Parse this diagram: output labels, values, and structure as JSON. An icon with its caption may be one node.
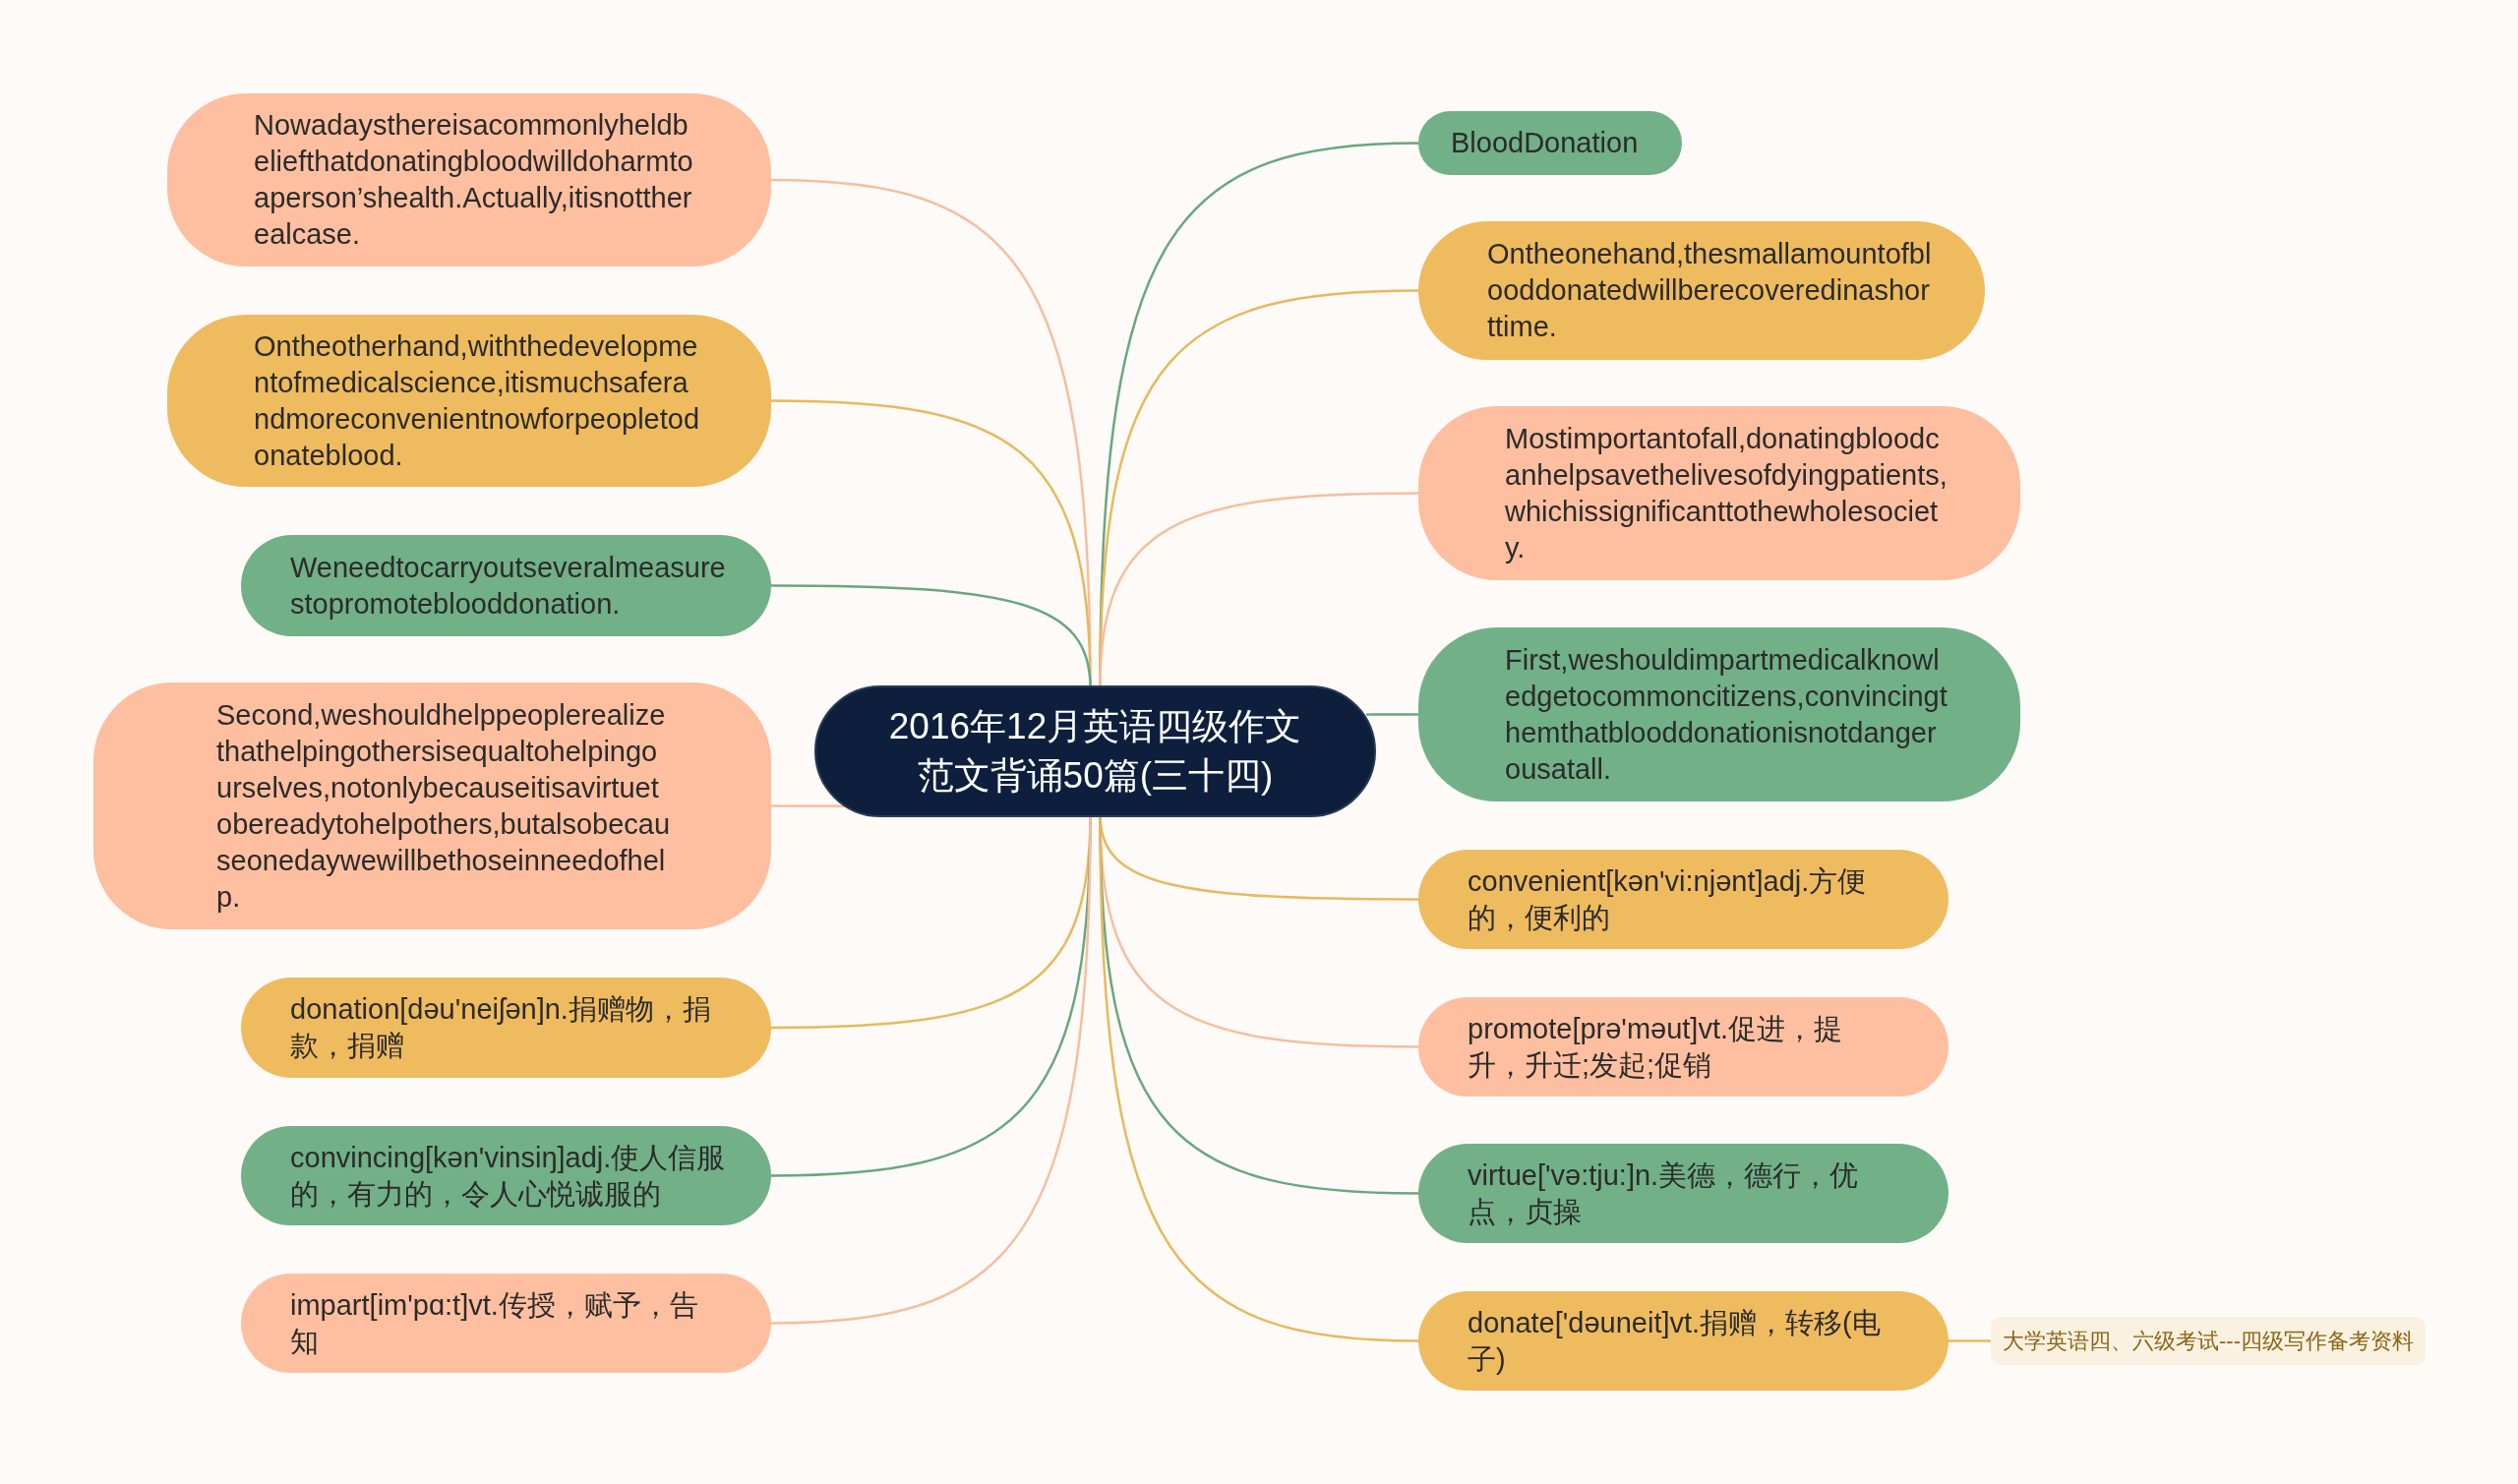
{
  "diagram": {
    "nodes": [
      {
        "text": [
          "2016年12月英语四级作文范文背诵50篇(三十四)"
        ]
      },
      {
        "text": [
          "Nowadaysthereisacommonlyheldbeliefthatdonatingbloodwilldoharmtoaperson’shealth.Actually,itisnottherealcase."
        ]
      },
      {
        "text": [
          "Ontheotherhand,withthedevelopmentofmedicalscience,itismuchsaferandmoreconvenientnowforpeopletodonateblood."
        ]
      },
      {
        "text": [
          "Weneedtocarryoutseveralmeasurestopromoteblooddonation."
        ]
      },
      {
        "text": [
          "Second,weshouldhelppeoplerealizethathelpingothersisequaltohelpingourselves,notonlybecauseitisavirtuetobereadytohelpothers,butalsobecauseonedaywewillbethoseinneedofhelp."
        ]
      },
      {
        "text": [
          "donation[dəu'neiʃən]n.捐赠物，捐款，捐赠"
        ]
      },
      {
        "text": [
          "convincing[kən'vinsiŋ]adj.使人信服的，有力的，令人心悦诚服的"
        ]
      },
      {
        "text": [
          "impart[im'pɑ:t]vt.传授，赋予，告知"
        ]
      },
      {
        "text": [
          "BloodDonation"
        ]
      },
      {
        "text": [
          "Ontheonehand,thesmallamountofblooddonatedwillberecoveredinashorttime."
        ]
      },
      {
        "text": [
          "Mostimportantofall,donatingbloodcanhelpsavethelivesofdyingpatients,whichissignificanttothewholesociety."
        ]
      },
      {
        "text": [
          "First,weshouldimpartmedicalknowledgetocommoncitizens,convincingthemthatblooddonationisnotdangerousatall."
        ]
      },
      {
        "text": [
          "convenient[kən'vi:njənt]adj.方便的，便利的"
        ]
      },
      {
        "text": [
          "promote[prə'məut]vt.促进，提升，升迁;发起;促销"
        ]
      },
      {
        "text": [
          "virtue['və:tju:]n.美德，德行，优点，贞操"
        ]
      },
      {
        "text": [
          "donate['dəuneit]vt.捐赠，转移(电子)"
        ]
      },
      {
        "text": [
          "大学英语四、六级考试---四级写作备考资料"
        ]
      }
    ],
    "edges": [
      {
        "from": 0,
        "to": 1,
        "arrow": "none",
        "color": "#f5bfa0"
      },
      {
        "from": 0,
        "to": 2,
        "arrow": "none"
      },
      {
        "from": 0,
        "to": 3,
        "arrow": "none",
        "color": "#6aa77f"
      },
      {
        "from": 0,
        "to": 4,
        "arrow": "none",
        "color": "#f5bfa0"
      },
      {
        "from": 0,
        "to": 5,
        "arrow": "none"
      },
      {
        "from": 0,
        "to": 6,
        "arrow": "none",
        "color": "#6aa77f"
      },
      {
        "from": 0,
        "to": 7,
        "arrow": "none",
        "color": "#f5bfa0"
      },
      {
        "from": 0,
        "to": 8,
        "arrow": "none",
        "color": "#6aa77f"
      },
      {
        "from": 0,
        "to": 9,
        "arrow": "none"
      },
      {
        "from": 0,
        "to": 10,
        "arrow": "none",
        "color": "#f5bfa0"
      },
      {
        "from": 0,
        "to": 11,
        "arrow": "none",
        "color": "#6aa77f"
      },
      {
        "from": 0,
        "to": 12,
        "arrow": "none"
      },
      {
        "from": 0,
        "to": 13,
        "arrow": "none",
        "color": "#f5bfa0"
      },
      {
        "from": 0,
        "to": 14,
        "arrow": "none",
        "color": "#6aa77f"
      },
      {
        "from": 0,
        "to": 15,
        "arrow": "none"
      },
      {
        "from": 15,
        "to": 16,
        "arrow": "none"
      }
    ]
  }
}
